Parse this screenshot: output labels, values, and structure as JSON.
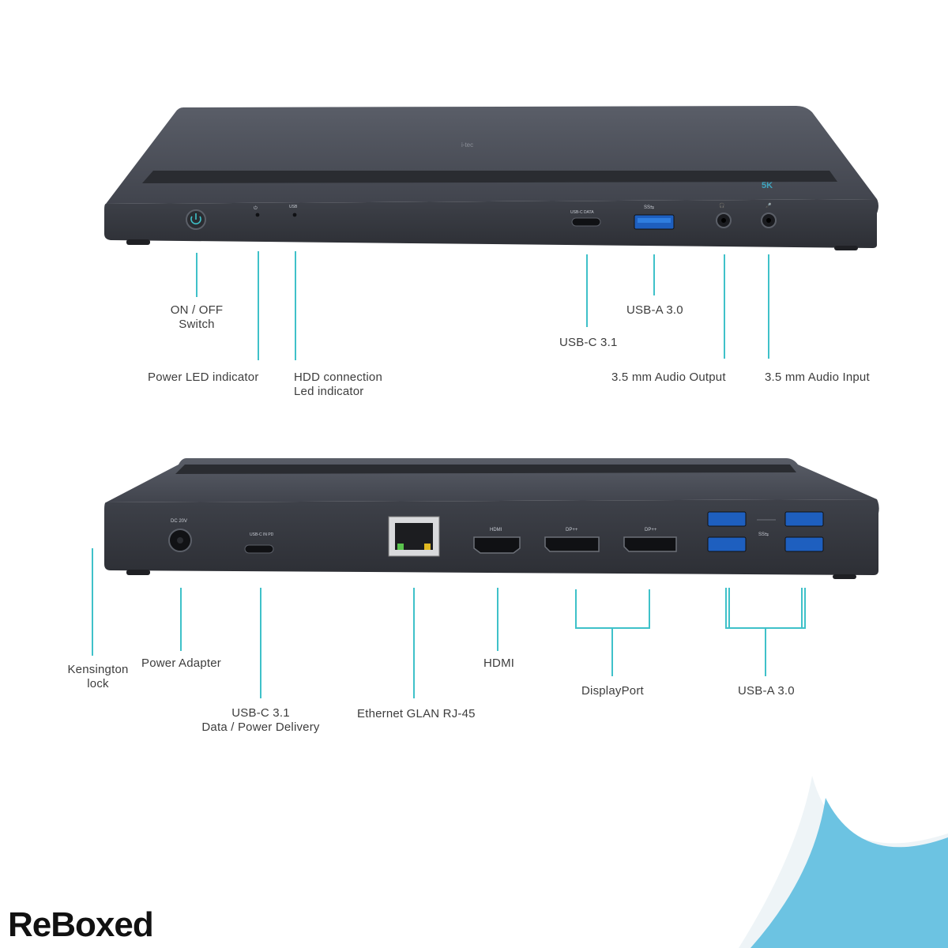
{
  "brand": {
    "name": "ReBoxed"
  },
  "device": {
    "logo_text": "i-tec",
    "badge_text": "5K"
  },
  "port_labels": {
    "usb": "USB",
    "usb_c_data": "USB-C DATA",
    "dc": "DC 20V",
    "usb_c_in": "USB-C IN PD",
    "hdmi": "HDMI",
    "dp": "DP++"
  },
  "front_labels": {
    "on_off": "ON / OFF\nSwitch",
    "power_led": "Power LED indicator",
    "hdd_led": "HDD connection\nLed indicator",
    "usb_c": "USB-C 3.1",
    "usb_a": "USB-A 3.0",
    "audio_out": "3.5 mm Audio Output",
    "audio_in": "3.5 mm Audio Input"
  },
  "back_labels": {
    "kensington": "Kensington\nlock",
    "power_adapter": "Power Adapter",
    "usb_c_pd": "USB-C 3.1\nData / Power Delivery",
    "ethernet": "Ethernet GLAN RJ-45",
    "hdmi": "HDMI",
    "displayport": "DisplayPort",
    "usb_a": "USB-A 3.0"
  },
  "colors": {
    "accent": "#3fc1c9",
    "device": "#3b3e47",
    "corner_blue": "#6cc3e2"
  }
}
